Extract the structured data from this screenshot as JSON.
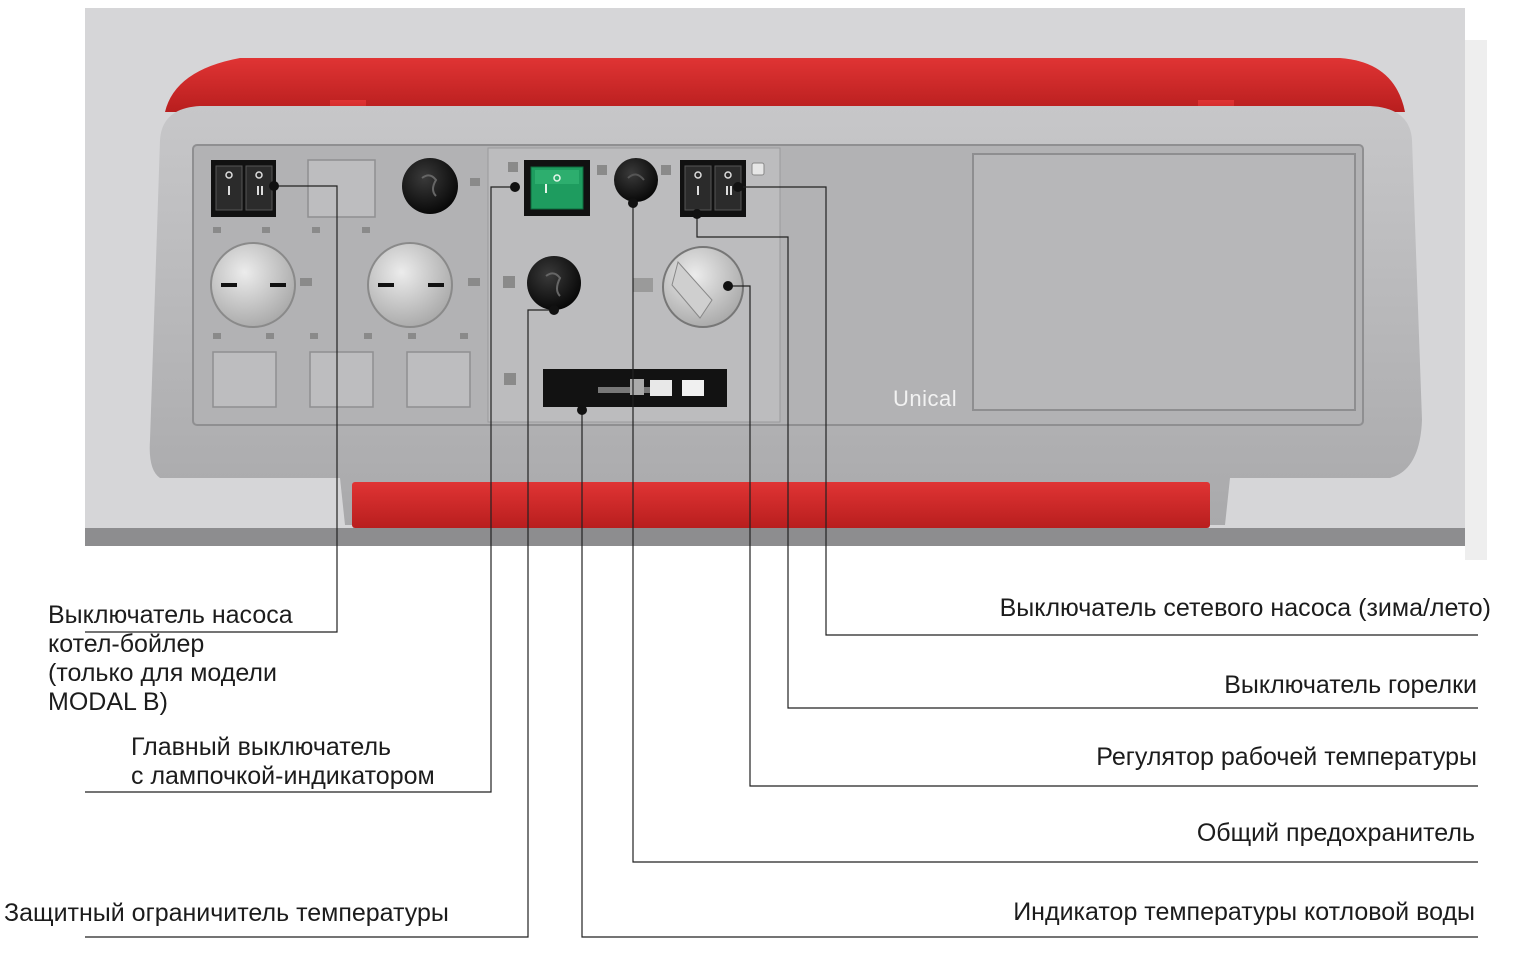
{
  "panel": {
    "brand": "Unical",
    "colors": {
      "backdrop": "#d8d8d8",
      "body": "#b9b9bb",
      "red_cover": "#d92a2a",
      "switch_green": "#1e9c5f",
      "dark": "#111111"
    }
  },
  "callouts": {
    "left": [
      {
        "id": "pump-switch-boiler",
        "lines": [
          "Выключатель насоса",
          "котел-бойлер",
          "(только для модели",
          "MODAL B)"
        ]
      },
      {
        "id": "main-switch",
        "lines": [
          "Главный выключатель",
          "с лампочкой-индикатором"
        ]
      },
      {
        "id": "safety-thermostat",
        "lines": [
          "Защитный ограничитель температуры"
        ]
      }
    ],
    "right": [
      {
        "id": "network-pump-switch",
        "text": "Выключатель сетевого насоса (зима/лето)"
      },
      {
        "id": "burner-switch",
        "text": "Выключатель горелки"
      },
      {
        "id": "temp-regulator",
        "text": "Регулятор рабочей температуры"
      },
      {
        "id": "general-fuse",
        "text": "Общий предохранитель"
      },
      {
        "id": "water-temp-indicator",
        "text": "Индикатор температуры котловой воды"
      }
    ]
  }
}
